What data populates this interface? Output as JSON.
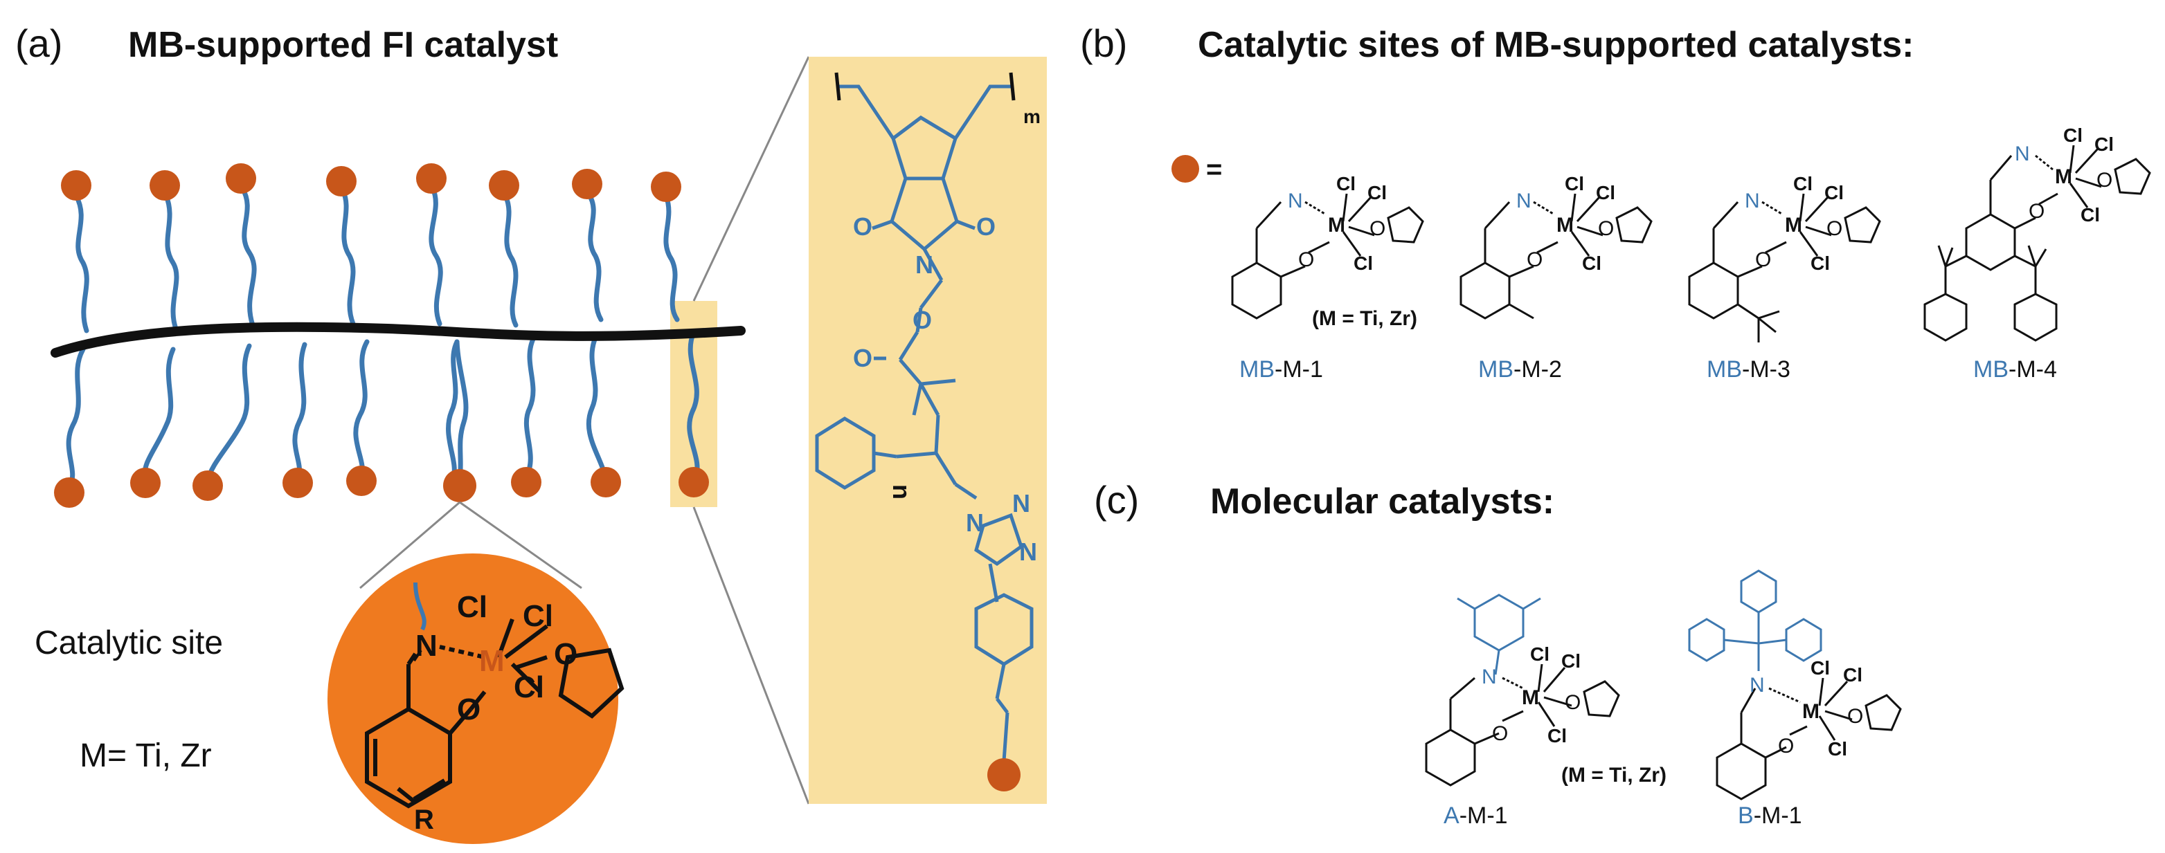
{
  "panel_a": {
    "label": "(a)",
    "title": "MB-supported FI catalyst",
    "catalytic_site_label": "Catalytic site",
    "metal_def": "M= Ti, Zr",
    "inset_atoms": {
      "cl1": "Cl",
      "cl2": "Cl",
      "cl3": "Cl",
      "n": "N",
      "m": "M",
      "o1": "O",
      "o2": "O",
      "r": "R"
    },
    "zoom_atoms": {
      "m": "m",
      "n": "n",
      "o_left": "O",
      "o_right": "O",
      "n_imide": "N",
      "o_ester1": "O",
      "o_ester2": "O",
      "n_tri1": "N",
      "n_tri2": "N",
      "n_tri3": "N"
    }
  },
  "panel_b": {
    "label": "(b)",
    "title": "Catalytic sites of MB-supported catalysts:",
    "legend_eq": "=",
    "metal_note": "(M = Ti, Zr)",
    "catalysts": [
      {
        "prefix": "MB",
        "suffix": "-M-1"
      },
      {
        "prefix": "MB",
        "suffix": "-M-2"
      },
      {
        "prefix": "MB",
        "suffix": "-M-3"
      },
      {
        "prefix": "MB",
        "suffix": "-M-4"
      }
    ]
  },
  "panel_c": {
    "label": "(c)",
    "title": "Molecular catalysts:",
    "metal_note": "(M = Ti, Zr)",
    "catalysts": [
      {
        "prefix": "A",
        "suffix": "-M-1"
      },
      {
        "prefix": "B",
        "suffix": "-M-1"
      }
    ]
  },
  "complex_atoms": {
    "cl": "Cl",
    "n": "N",
    "m": "M",
    "o": "O"
  },
  "colors": {
    "bead": "#c8561a",
    "chain_blue": "#3d78b0",
    "highlight": "#f9e0a0",
    "inset_orange": "#ef7a1f",
    "black": "#111111",
    "label_blue": "#3d78b0"
  }
}
